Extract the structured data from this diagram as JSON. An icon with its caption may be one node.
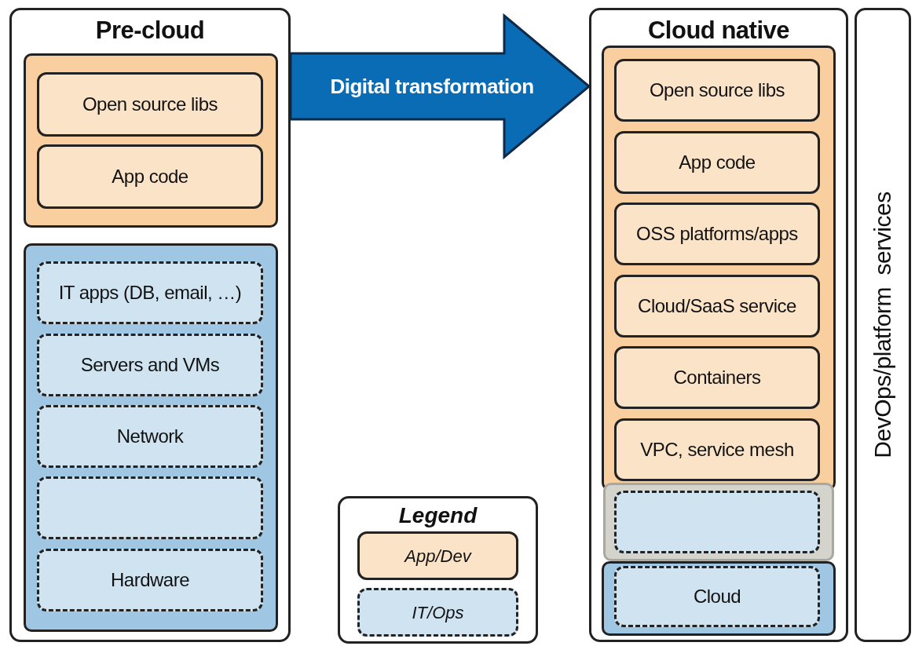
{
  "diagram": {
    "nodes": [
      {
        "text": [
          "Pre-cloud"
        ]
      },
      {
        "text": [],
        "shape": "box",
        "in": 0
      },
      {
        "text": [
          "Open source libs"
        ],
        "in": 1
      },
      {
        "text": [
          "App code"
        ],
        "in": 1
      },
      {
        "text": [],
        "shape": "box",
        "in": 0
      },
      {
        "text": [
          "IT apps (DB, email, …)"
        ],
        "in": 4
      },
      {
        "text": [
          "Servers and VMs"
        ],
        "in": 4
      },
      {
        "text": [
          "Network"
        ],
        "in": 4
      },
      {
        "text": [],
        "shape": "box",
        "in": 4
      },
      {
        "text": [
          "Hardware"
        ],
        "in": 4
      },
      {
        "text": [
          "Cloud native"
        ]
      },
      {
        "text": [],
        "shape": "box",
        "in": 10
      },
      {
        "text": [
          "Open source libs"
        ],
        "in": 11
      },
      {
        "text": [
          "App code"
        ],
        "in": 11
      },
      {
        "text": [
          "OSS platforms/apps"
        ],
        "in": 11
      },
      {
        "text": [
          "Cloud/SaaS service"
        ],
        "in": 11
      },
      {
        "text": [
          "Containers"
        ],
        "in": 11
      },
      {
        "text": [
          "VPC, service mesh"
        ],
        "in": 11
      },
      {
        "text": [],
        "shape": "box",
        "in": 10
      },
      {
        "text": [],
        "shape": "box",
        "in": 10
      },
      {
        "text": [],
        "shape": "box",
        "in": 19
      },
      {
        "text": [
          "Cloud"
        ],
        "in": 18
      },
      {
        "text": [
          "DevOps/platform  services"
        ]
      }
    ],
    "edges": [
      {
        "from": 0,
        "to": 10,
        "arrow": "to",
        "label": "Digital transformation",
        "style": "thick",
        "color": "#0a6cb4"
      }
    ],
    "labels": [
      "Legend"
    ],
    "legend": [
      {
        "text": "App/Dev",
        "color": "#fbe3c8"
      },
      {
        "text": "IT/Ops",
        "color": "#cfe3f1"
      }
    ]
  }
}
